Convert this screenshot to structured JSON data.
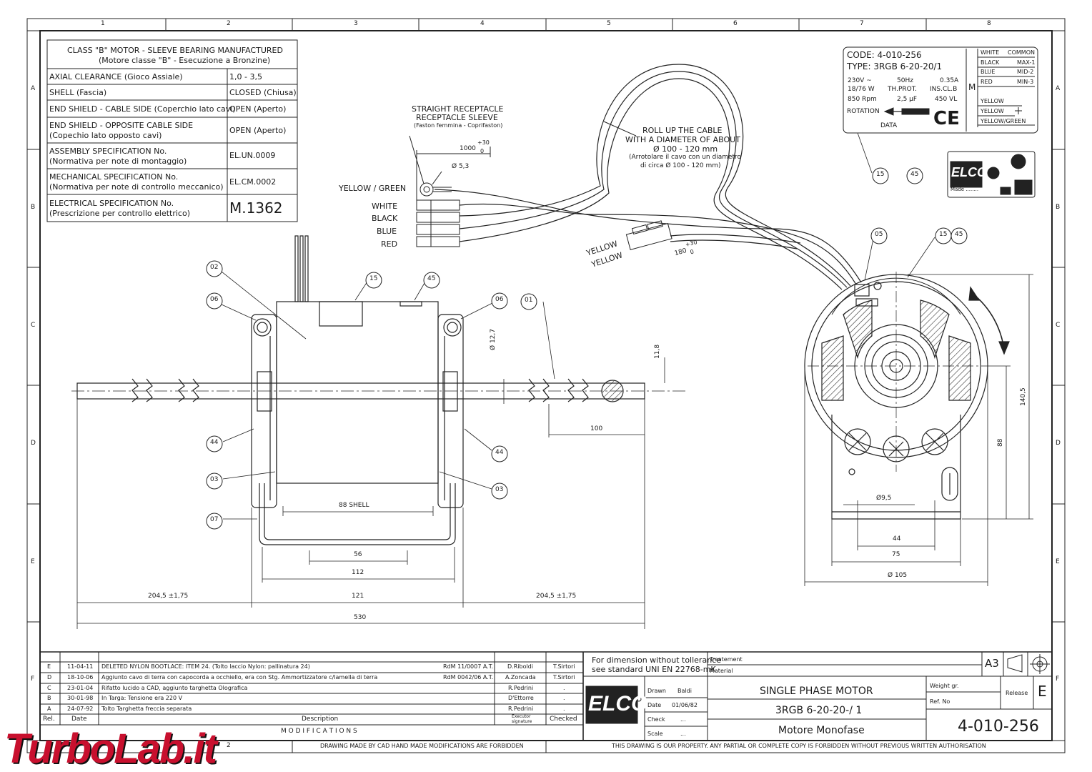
{
  "border": {
    "columns": [
      "1",
      "2",
      "3",
      "4",
      "5",
      "6",
      "7",
      "8"
    ],
    "rows": [
      "A",
      "B",
      "C",
      "D",
      "E",
      "F"
    ]
  },
  "spec_table": {
    "header1": "CLASS \"B\" MOTOR  -  SLEEVE BEARING MANUFACTURED",
    "header2": "(Motore classe \"B\"  -  Esecuzione a Bronzine)",
    "rows": [
      {
        "label": "AXIAL CLEARANCE  (Gioco Assiale)",
        "value": "1,0 - 3,5"
      },
      {
        "label": "SHELL  (Fascia)",
        "value": "CLOSED  (Chiusa)"
      },
      {
        "label": "END SHIELD - CABLE  SIDE (Coperchio lato cavi)",
        "value": "OPEN  (Aperto)"
      },
      {
        "label": "END SHIELD - OPPOSITE  CABLE SIDE",
        "label2": "(Copechio lato opposto cavi)",
        "value": "OPEN  (Aperto)"
      },
      {
        "label": "ASSEMBLY SPECIFICATION  No.",
        "label2": "(Normativa per note di montaggio)",
        "value": "EL.UN.0009"
      },
      {
        "label": "MECHANICAL SPECIFICATION No.",
        "label2": "(Normativa per note di controllo meccanico)",
        "value": "EL.CM.0002"
      },
      {
        "label": "ELECTRICAL SPECIFICATION No.",
        "label2": "(Prescrizione per controllo elettrico)",
        "value": "M.1362"
      }
    ]
  },
  "receptacle": {
    "title1": "STRAIGHT RECEPTACLE",
    "title2": "RECEPTACLE SLEEVE",
    "title3": "(Faston femmina - Coprifaston)",
    "length": "1000",
    "tol_up": "+30",
    "tol_dn": "0",
    "hole": "Ø 5,3",
    "wires": [
      "YELLOW / GREEN",
      "WHITE",
      "BLACK",
      "BLUE",
      "RED"
    ]
  },
  "cable_note": {
    "l1": "ROLL UP THE CABLE",
    "l2": "WITH A DIAMETER OF ABOUT",
    "l3": "Ø 100 - 120 mm",
    "l4": "(Arrotolare il cavo con un diametro",
    "l5": "di circa  Ø 100 - 120 mm)"
  },
  "yellow_leads": {
    "l1": "YELLOW",
    "l2": "YELLOW",
    "len": "180",
    "tol_up": "+30",
    "tol_dn": "0"
  },
  "nameplate": {
    "code": "CODE:  4-010-256",
    "type": "TYPE:   3RGB 6-20-20/1",
    "voltage": "230V  ~",
    "freq": "50Hz",
    "current": "0.35A",
    "power": "18/76 W",
    "prot": "TH.PROT.",
    "ins": "INS.CL.B",
    "speed": "850 Rpm",
    "cap": "2,5 µF",
    "capv": "450 VL",
    "rotation": "ROTATION",
    "data": "DATA",
    "ce": "CE",
    "m": "M",
    "wiring": [
      {
        "color": "WHITE",
        "fn": "COMMON"
      },
      {
        "color": "BLACK",
        "fn": "MAX-1"
      },
      {
        "color": "BLUE",
        "fn": "MID-2"
      },
      {
        "color": "RED",
        "fn": "MIN-3"
      },
      {
        "color": "YELLOW",
        "fn": ""
      },
      {
        "color": "YELLOW",
        "fn": ""
      },
      {
        "color": "YELLOW/GREEN",
        "fn": ""
      }
    ]
  },
  "elco_badge": {
    "made": "Made ........",
    "logo": "ELCO"
  },
  "balloons": {
    "b15a": "15",
    "b45a": "45",
    "b05": "05",
    "b15b": "15",
    "b45b": "45",
    "b02": "02",
    "b06a": "06",
    "b15c": "15",
    "b45c": "45",
    "b06b": "06",
    "b01": "01",
    "b44a": "44",
    "b03a": "03",
    "b07": "07",
    "b44b": "44",
    "b03b": "03"
  },
  "dims": {
    "shell": "88   SHELL",
    "d56": "56",
    "d112": "112",
    "d204a": "204,5 ±1,75",
    "d121": "121",
    "d204b": "204,5 ±1,75",
    "d530": "530",
    "d100": "100",
    "d127": "Ø 12,7",
    "d118": "11,8",
    "d1405": "140,5",
    "d88v": "88",
    "d95": "Ø9,5",
    "d44": "44",
    "d75": "75",
    "d105": "Ø 105"
  },
  "revisions": {
    "rows": [
      {
        "rel": "E",
        "date": "11-04-11",
        "desc": "DELETED NYLON BOOTLACE: ITEM 24. (Tolto laccio Nylon: pallinatura 24)",
        "ref": "RdM 11/0007 A.T.",
        "exec": "D.Riboldi",
        "checked": "T.Sirtori"
      },
      {
        "rel": "D",
        "date": "18-10-06",
        "desc": "Aggiunto cavo di terra con capocorda a occhiello, era con Stg. Ammortizzatore c/lamella di terra",
        "ref": "RdM 0042/06 A.T.",
        "exec": "A.Zoncada",
        "checked": "T.Sirtori"
      },
      {
        "rel": "C",
        "date": "23-01-04",
        "desc": "Rifatto lucido a CAD, aggiunto targhetta Olografica",
        "ref": "",
        "exec": "R.Pedrini",
        "checked": "."
      },
      {
        "rel": "B",
        "date": "30-01-98",
        "desc": "In Targa:  Tensione era 220 V",
        "ref": "",
        "exec": "D'Ettorre",
        "checked": "."
      },
      {
        "rel": "A",
        "date": "24-07-92",
        "desc": "Tolto Targhetta freccia separata",
        "ref": "",
        "exec": "R.Pedrini",
        "checked": "."
      }
    ],
    "h_rel": "Rel.",
    "h_date": "Date",
    "h_desc": "Description",
    "h_exec1": "Executor",
    "h_exec2": "signature",
    "h_checked": "Checked",
    "modifications": "M O D I F I C A T I O N S",
    "handmade": "DRAWING MADE BY CAD HAND MADE MODIFICATIONS ARE FORBIDDEN"
  },
  "title_block": {
    "tol1": "For dimension without tollerance",
    "tol2": "see standard UNI EN 22768-mK",
    "treatment": "Treatement",
    "material": "Material",
    "a3": "A3",
    "logo": "ELCO",
    "drawn_l": "Drawn",
    "drawn_v": "Baldi",
    "date_l": "Date",
    "date_v": "01/06/82",
    "check_l": "Check",
    "check_v": "...",
    "scale_l": "Scale",
    "scale_v": "...",
    "title1": "SINGLE PHASE MOTOR",
    "title2": "3RGB  6-20-20-/ 1",
    "title3": "Motore Monofase",
    "weight": "Weight gr.",
    "refno": "Ref. No",
    "release_l": "Release",
    "release_v": "E",
    "number": "4-010-256",
    "property": "THIS DRAWING IS OUR PROPERTY. ANY PARTIAL OR COMPLETE COPY IS FORBIDDEN WITHOUT PREVIOUS WRITTEN AUTHORISATION"
  },
  "watermark": "TurboLab.it"
}
